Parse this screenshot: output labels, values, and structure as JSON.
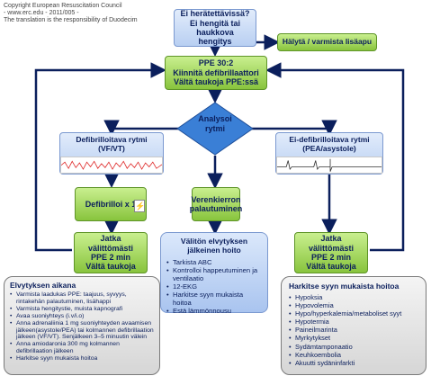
{
  "copyright": [
    "Copyright European Resuscitation Council",
    "- www.erc.edu - 2011/005 -",
    "The translation is the responsibility of Duodecim"
  ],
  "nodes": {
    "question": [
      "Ei herätettävissä?",
      "Ei hengitä tai haukkova",
      "hengitys"
    ],
    "alert": "Hälytä / varmista lisäapu",
    "cpr": [
      "PPE 30:2",
      "Kiinnitä defibrillaattori",
      "Vältä taukoja PPE:ssä"
    ],
    "analyse": [
      "Analysoi",
      "rytmi"
    ],
    "shockable": [
      "Defibrilloitava rytmi",
      "(VF/VT)"
    ],
    "nonshockable": [
      "Ei-defibrilloitava rytmi",
      "(PEA/asystole)"
    ],
    "shock": "Defibrilloi x 1",
    "rosc": [
      "Verenkierron",
      "palautuminen"
    ],
    "resume_left": [
      "Jatka",
      "välittömästi",
      "PPE 2 min",
      "Vältä taukoja"
    ],
    "resume_right": [
      "Jatka",
      "välittömästi",
      "PPE 2 min",
      "Vältä taukoja"
    ]
  },
  "post_resus": {
    "title": [
      "Välitön elvytyksen",
      "jälkeinen hoito"
    ],
    "items": [
      "Tarkista ABC",
      "Kontrolloi happeutuminen ja ventilaatio",
      "12-EKG",
      "Harkitse syyn mukaista hoitoa",
      "Estä lämmönnousu"
    ]
  },
  "during_cpr": {
    "title": "Elvytyksen aikana",
    "items": [
      "Varmista laadukas PPE: taajuus, syvyys, rintakehän palautuminen, lisähappi",
      "Varmista hengitystie, muista kapnografi",
      "Avaa suoniyhteys (i.v/i.o)",
      "Anna adrenaliinia 1 mg suoniyhteyden avaamisen jälkeen(asystole/PEA) tai kolmannen defibrillaation jälkeen (VF/VT). Senjälkeen 3–5 minuutin välein",
      "Anna amiodaronia 300 mg kolmannen defibrillaation jälkeen",
      "Harkitse syyn mukaista hoitoa"
    ]
  },
  "reversible": {
    "title": "Harkitse syyn mukaista hoitoa",
    "items": [
      "Hypoksia",
      "Hypovolemia",
      "Hypo/hyperkalemia/metaboliset syyt",
      "Hypotermia",
      "Paineilmarinta",
      "Myrkytykset",
      "Sydämtamponaatio",
      "Keuhkoembolia",
      "Akuutti sydäninfarkti"
    ]
  },
  "colors": {
    "arrow": "#0b1f5c",
    "diamond": "#3a7fd6",
    "green": "#88c43d",
    "blue": "#b8cff2"
  }
}
